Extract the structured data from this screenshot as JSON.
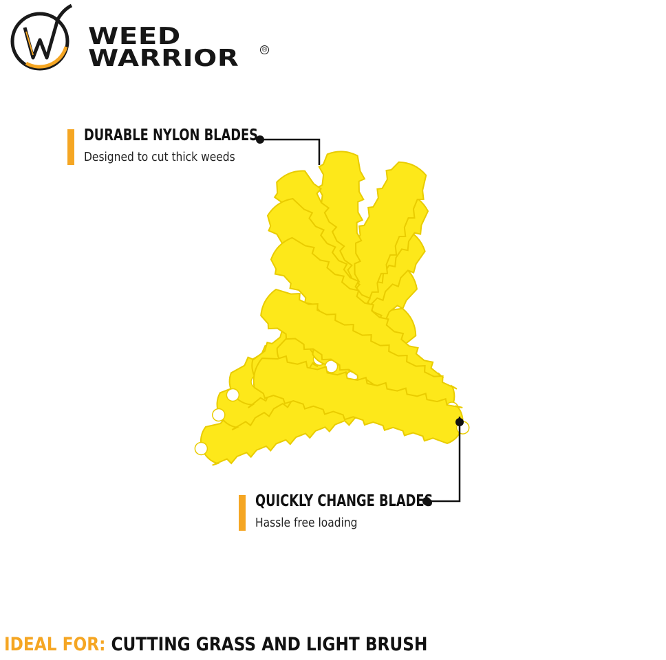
{
  "brand": {
    "name_line1": "WEED",
    "name_line2": "WARRIOR",
    "registered_mark": "®",
    "accent_color": "#f5a623"
  },
  "callouts": {
    "top": {
      "title": "DURABLE NYLON BLADES",
      "subtitle": "Designed to cut thick weeds"
    },
    "bottom": {
      "title": "QUICKLY CHANGE BLADES",
      "subtitle": "Hassle free loading"
    }
  },
  "footer": {
    "label": "IDEAL FOR:",
    "value": "CUTTING GRASS AND LIGHT BRUSH"
  },
  "product": {
    "blade_count": 12,
    "blade_color": "#fde81a",
    "blade_shadow_color": "#e9cc00"
  }
}
